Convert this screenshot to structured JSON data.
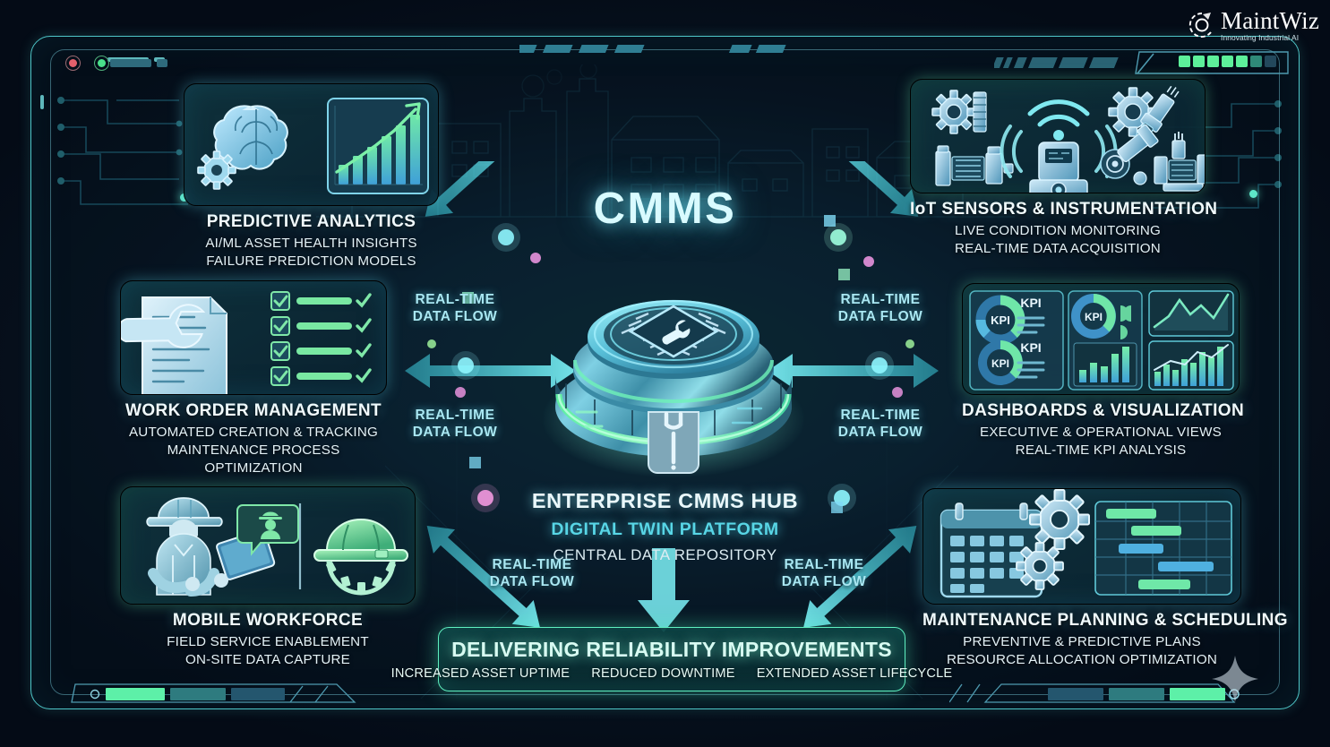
{
  "brand": {
    "name": "MaintWiz",
    "tagline": "Innovating Industrial AI",
    "logo_icon": "gear-swirl-icon",
    "sparkle_icon": "sparkle-icon"
  },
  "window_chrome": {
    "close_dot": "red-status-dot",
    "active_dot": "green-status-dot",
    "top_right_led_count": 8,
    "bottom_left_segments": 3,
    "bottom_right_segments": 3
  },
  "hub": {
    "title": "CMMS",
    "device_icon": "cmms-hub-device-icon",
    "chip_icon": "microchip-wrench-icon",
    "wrench_icon": "wrench-icon",
    "caption_primary": "ENTERPRISE CMMS HUB",
    "caption_secondary": "DIGITAL TWIN PLATFORM",
    "caption_tertiary": "CENTRAL DATA REPOSITORY"
  },
  "flow_labels": [
    {
      "id": "flow-top-left",
      "text": "REAL-TIME\nDATA FLOW"
    },
    {
      "id": "flow-mid-left",
      "text": "REAL-TIME\nDATA FLOW"
    },
    {
      "id": "flow-top-right",
      "text": "REAL-TIME\nDATA FLOW"
    },
    {
      "id": "flow-mid-right",
      "text": "REAL-TIME\nDATA FLOW"
    },
    {
      "id": "flow-bottom-left",
      "text": "REAL-TIME\nDATA FLOW"
    },
    {
      "id": "flow-bottom-right",
      "text": "REAL-TIME\nDATA FLOW"
    }
  ],
  "panels": [
    {
      "id": "predictive-analytics",
      "title": "PREDICTIVE ANALYTICS",
      "sub1": "AI/ML ASSET HEALTH INSIGHTS",
      "sub2": "FAILURE PREDICTION MODELS",
      "accent": "#54c9dd",
      "icons": [
        "brain-icon",
        "gear-icon",
        "growth-bar-chart-icon",
        "trend-arrow-icon"
      ]
    },
    {
      "id": "iot-sensors-instrumentation",
      "title": "IoT SENSORS & INSTRUMENTATION",
      "sub1": "LIVE CONDITION MONITORING",
      "sub2": "REAL-TIME DATA ACQUISITION",
      "accent": "#5fe0a6",
      "icons": [
        "gear-icon",
        "wifi-sensor-icon",
        "motor-icon",
        "pressure-gauge-icon",
        "valve-icon",
        "pump-icon"
      ]
    },
    {
      "id": "work-order-management",
      "title": "WORK ORDER MANAGEMENT",
      "sub1": "AUTOMATED CREATION & TRACKING",
      "sub2": "MAINTENANCE PROCESS OPTIMIZATION",
      "accent": "#54c9dd",
      "icons": [
        "document-icon",
        "wrench-icon",
        "checklist-icon",
        "checkmark-icon"
      ]
    },
    {
      "id": "dashboards-visualization",
      "title": "DASHBOARDS & VISUALIZATION",
      "sub1": "EXECUTIVE & OPERATIONAL VIEWS",
      "sub2": "REAL-TIME KPI ANALYSIS",
      "accent": "#5fe0a6",
      "kpi_label": "KPI",
      "icons": [
        "donut-kpi-icon",
        "bar-chart-icon",
        "line-chart-icon",
        "combo-chart-icon"
      ]
    },
    {
      "id": "mobile-workforce",
      "title": "MOBILE WORKFORCE",
      "sub1": "FIELD SERVICE ENABLEMENT",
      "sub2": "ON-SITE DATA CAPTURE",
      "accent": "#5fe0a6",
      "icons": [
        "technician-tablet-icon",
        "worker-badge-icon",
        "hard-hat-gear-icon"
      ]
    },
    {
      "id": "maintenance-planning-scheduling",
      "title": "MAINTENANCE PLANNING & SCHEDULING",
      "sub1": "PREVENTIVE & PREDICTIVE PLANS",
      "sub2": "RESOURCE ALLOCATION OPTIMIZATION",
      "accent": "#54c9dd",
      "icons": [
        "calendar-icon",
        "gear-icon",
        "gantt-chart-icon"
      ]
    }
  ],
  "banner": {
    "title": "DELIVERING RELIABILITY IMPROVEMENTS",
    "benefits": [
      "INCREASED ASSET UPTIME",
      "REDUCED DOWNTIME",
      "EXTENDED ASSET LIFECYCLE"
    ],
    "accent": "#5ff0c0"
  },
  "colors": {
    "background": "#050d1a",
    "frame": "#4ec6c8",
    "cyan": "#54c9dd",
    "green": "#5fe0a6",
    "text": "#eaf8fb"
  }
}
